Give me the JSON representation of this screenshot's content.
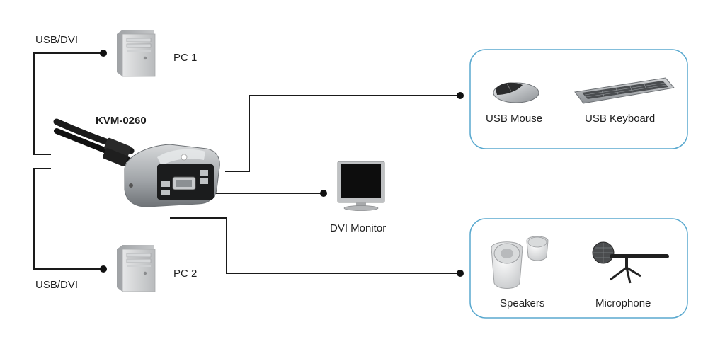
{
  "device": {
    "model": "KVM-0260"
  },
  "computers": [
    {
      "label": "PC 1",
      "cable": "USB/DVI"
    },
    {
      "label": "PC 2",
      "cable": "USB/DVI"
    }
  ],
  "display": {
    "label": "DVI Monitor"
  },
  "input_group": {
    "mouse": "USB Mouse",
    "keyboard": "USB Keyboard"
  },
  "audio_group": {
    "speakers": "Speakers",
    "microphone": "Microphone"
  },
  "colors": {
    "line": "#1a1a1a",
    "box_border": "#5aa9cf",
    "case": "#c9cbcd",
    "device_body": "#a9adb1"
  }
}
